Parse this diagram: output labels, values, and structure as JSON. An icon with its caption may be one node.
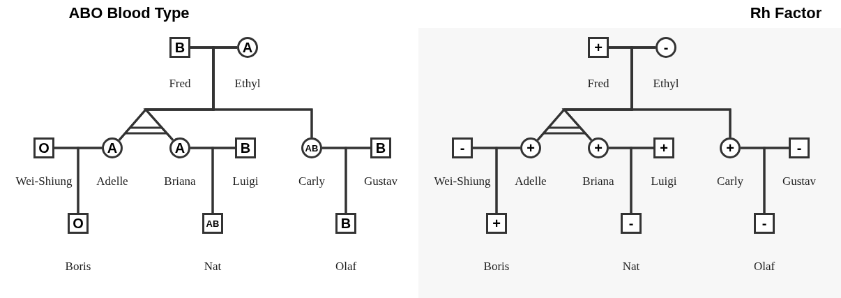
{
  "diagram": {
    "nodes": [
      {
        "text": [
          "B"
        ],
        "beside": [
          "Fred"
        ]
      },
      {
        "text": [
          "A"
        ],
        "beside": [
          "Ethyl"
        ]
      },
      {
        "text": [
          "O"
        ],
        "beside": [
          "Wei-Shiung"
        ]
      },
      {
        "text": [
          "A"
        ],
        "beside": [
          "Adelle"
        ]
      },
      {
        "text": [
          "A"
        ],
        "beside": [
          "Briana"
        ]
      },
      {
        "text": [
          "B"
        ],
        "beside": [
          "Luigi"
        ]
      },
      {
        "text": [
          "AB"
        ],
        "beside": [
          "Carly"
        ]
      },
      {
        "text": [
          "B"
        ],
        "beside": [
          "Gustav"
        ]
      },
      {
        "text": [
          "O"
        ],
        "beside": [
          "Boris"
        ]
      },
      {
        "text": [
          "AB"
        ],
        "beside": [
          "Nat"
        ]
      },
      {
        "text": [
          "B"
        ],
        "beside": [
          "Olaf"
        ]
      },
      {
        "text": [
          "+"
        ],
        "beside": [
          "Fred"
        ]
      },
      {
        "text": [
          "-"
        ],
        "beside": [
          "Ethyl"
        ]
      },
      {
        "text": [
          "-"
        ],
        "beside": [
          "Wei-Shiung"
        ]
      },
      {
        "text": [
          "+"
        ],
        "beside": [
          "Adelle"
        ]
      },
      {
        "text": [
          "+"
        ],
        "beside": [
          "Briana"
        ]
      },
      {
        "text": [
          "+"
        ],
        "beside": [
          "Luigi"
        ]
      },
      {
        "text": [
          "+"
        ],
        "beside": [
          "Carly"
        ]
      },
      {
        "text": [
          "-"
        ],
        "beside": [
          "Gustav"
        ]
      },
      {
        "text": [
          "+"
        ],
        "beside": [
          "Boris"
        ]
      },
      {
        "text": [
          "-"
        ],
        "beside": [
          "Nat"
        ]
      },
      {
        "text": [
          "-"
        ],
        "beside": [
          "Olaf"
        ]
      }
    ],
    "edges": [
      {
        "from": 0,
        "to": 1,
        "arrow": "none"
      },
      {
        "from": 0,
        "to": 3,
        "arrow": "none"
      },
      {
        "from": 1,
        "to": 3,
        "arrow": "none"
      },
      {
        "from": 0,
        "to": 4,
        "arrow": "none"
      },
      {
        "from": 1,
        "to": 4,
        "arrow": "none"
      },
      {
        "from": 0,
        "to": 6,
        "arrow": "none"
      },
      {
        "from": 1,
        "to": 6,
        "arrow": "none"
      },
      {
        "from": 2,
        "to": 3,
        "arrow": "none"
      },
      {
        "from": 2,
        "to": 8,
        "arrow": "none"
      },
      {
        "from": 3,
        "to": 8,
        "arrow": "none"
      },
      {
        "from": 4,
        "to": 5,
        "arrow": "none"
      },
      {
        "from": 4,
        "to": 9,
        "arrow": "none"
      },
      {
        "from": 5,
        "to": 9,
        "arrow": "none"
      },
      {
        "from": 6,
        "to": 7,
        "arrow": "none"
      },
      {
        "from": 6,
        "to": 10,
        "arrow": "none"
      },
      {
        "from": 7,
        "to": 10,
        "arrow": "none"
      },
      {
        "from": 11,
        "to": 12,
        "arrow": "none"
      },
      {
        "from": 11,
        "to": 14,
        "arrow": "none"
      },
      {
        "from": 12,
        "to": 14,
        "arrow": "none"
      },
      {
        "from": 11,
        "to": 15,
        "arrow": "none"
      },
      {
        "from": 12,
        "to": 15,
        "arrow": "none"
      },
      {
        "from": 11,
        "to": 17,
        "arrow": "none"
      },
      {
        "from": 12,
        "to": 17,
        "arrow": "none"
      },
      {
        "from": 13,
        "to": 14,
        "arrow": "none"
      },
      {
        "from": 13,
        "to": 19,
        "arrow": "none"
      },
      {
        "from": 14,
        "to": 19,
        "arrow": "none"
      },
      {
        "from": 15,
        "to": 16,
        "arrow": "none"
      },
      {
        "from": 15,
        "to": 20,
        "arrow": "none"
      },
      {
        "from": 16,
        "to": 20,
        "arrow": "none"
      },
      {
        "from": 17,
        "to": 18,
        "arrow": "none"
      },
      {
        "from": 17,
        "to": 21,
        "arrow": "none"
      },
      {
        "from": 18,
        "to": 21,
        "arrow": "none"
      }
    ],
    "labels": [
      "ABO Blood Type",
      "Rh Factor"
    ]
  }
}
